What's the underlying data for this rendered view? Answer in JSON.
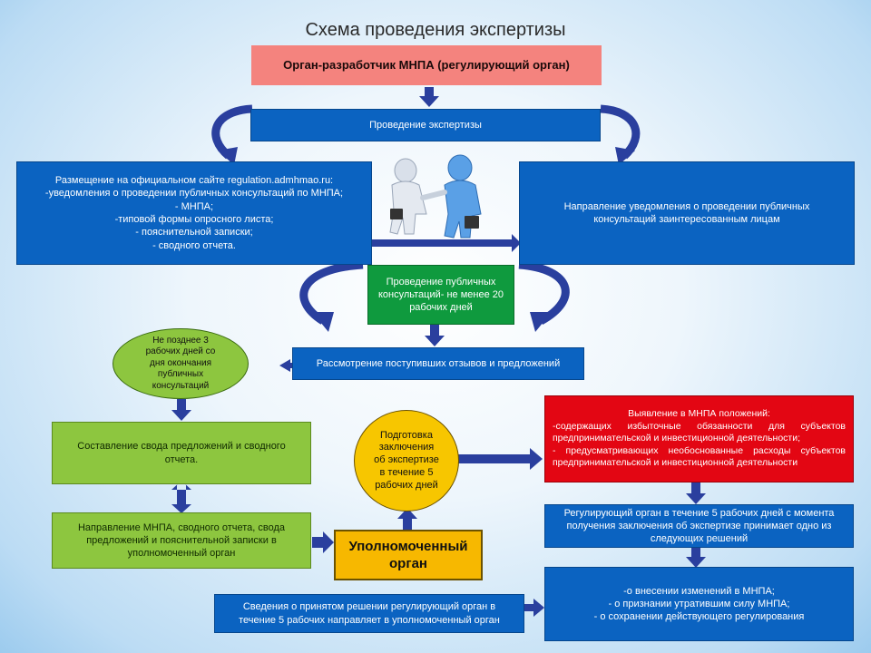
{
  "title": "Схема проведения экспертизы",
  "nodes": {
    "organ_razrabotchik": "Орган-разработчик МНПА (регулирующий орган)",
    "provedenie_ekspertizy": "Проведение экспертизы",
    "razmeshchenie": [
      "Размещение на официальном сайте regulation.admhmao.ru:",
      "-уведомления о проведении публичных консультаций по МНПА;",
      "-  МНПА;",
      "-типовой формы опросного листа;",
      "- пояснительной записки;",
      "- сводного отчета."
    ],
    "napravlenie_uvedomleniya": "Направление уведомления о проведении публичных консультаций заинтересованным лицам",
    "konsultacii": "Проведение публичных консультаций- не менее 20 рабочих дней",
    "ne_pozdnee": "Не позднее 3 рабочих дней со дня окончания публичных консультаций",
    "rassmotrenie": "Рассмотрение поступивших отзывов и предложений",
    "sostavlenie": "Составление свода предложений и сводного отчета.",
    "napravlenie_mnpa": "Направление  МНПА, сводного отчета, свода предложений и пояснительной записки в уполномоченный орган",
    "upolnomochenny": "Уполномоченный орган",
    "podgotovka": "Подготовка заключения об экспертизе в течение 5 рабочих дней",
    "vyyavlenie": [
      "Выявление в МНПА положений:",
      "-содержащих избыточные обязанности для субъектов предпринимательской и инвестиционной деятельности;",
      "- предусматривающих необоснованные расходы субъектов предпринимательской и инвестиционной деятельности"
    ],
    "reguliruyushchiy": "Регулирующий орган в течение 5 рабочих дней с момента получения заключения об экспертизе принимает одно из следующих решений",
    "resheniya": [
      "-о внесении изменений в МНПА;",
      "- о признании утратившим силу МНПА;",
      "- о сохранении действующего регулирования"
    ],
    "svedeniya": "Сведения о принятом решении регулирующий орган в течение 5 рабочих направляет в уполномоченный орган"
  },
  "colors": {
    "blue": "#0b63c1",
    "light_green": "#8dc63f",
    "dark_green": "#0f9a3e",
    "red": "#e30613",
    "salmon": "#f4837e",
    "gold": "#f7b800",
    "arrow": "#2a3f9e"
  },
  "icons": {
    "handshake": "handshake-figures-icon"
  }
}
